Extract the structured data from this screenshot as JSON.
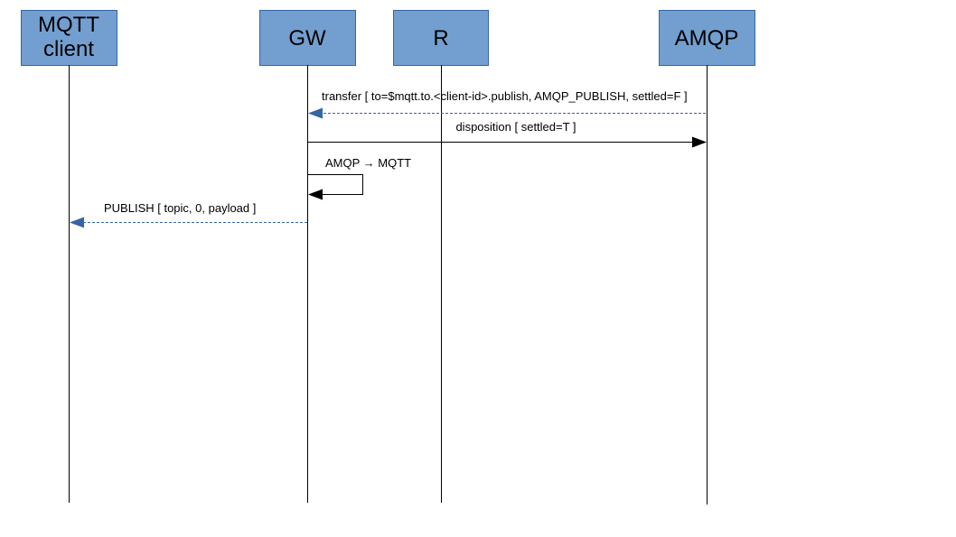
{
  "colors": {
    "participant_fill": "#729fcf",
    "participant_border": "#3465a4",
    "reply_arrow": "#3465a4",
    "call_arrow": "#000000"
  },
  "participants": [
    {
      "id": "mqtt",
      "label_lines": [
        "MQTT",
        "client"
      ]
    },
    {
      "id": "gw",
      "label_lines": [
        "GW"
      ]
    },
    {
      "id": "r",
      "label_lines": [
        "R"
      ]
    },
    {
      "id": "amqp",
      "label_lines": [
        "AMQP"
      ]
    }
  ],
  "messages": [
    {
      "from": "amqp",
      "to": "gw",
      "style": "dashed",
      "label": "transfer [ to=$mqtt.to.<client-id>.publish, AMQP_PUBLISH, settled=F ]"
    },
    {
      "from": "gw",
      "to": "amqp",
      "style": "solid",
      "label": "disposition [ settled=T ]"
    },
    {
      "from": "gw",
      "to": "gw",
      "style": "solid",
      "label": "AMQP → MQTT"
    },
    {
      "from": "gw",
      "to": "mqtt",
      "style": "dashed",
      "label": "PUBLISH [ topic, 0, payload ]"
    }
  ]
}
